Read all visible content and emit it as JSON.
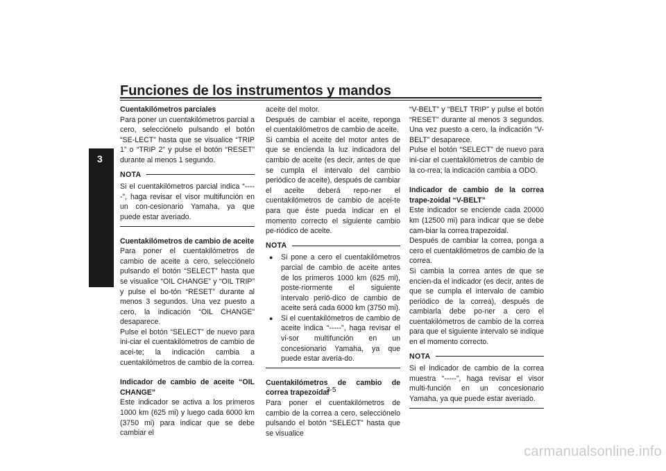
{
  "header": {
    "title": "Funciones de los instrumentos y mandos",
    "chapter": "3"
  },
  "columns": {
    "col1": {
      "trip_heading": "Cuentakilómetros parciales",
      "trip_text": "Para poner un cuentakilómetros parcial a cero, selecciónelo pulsando el botón “SE-LECT” hasta que se visualice “TRIP 1” o “TRIP 2” y pulse el botón “RESET” durante al menos 1 segundo.",
      "nota_label": "NOTA",
      "nota_text": "Si el cuentakilómetros parcial indica “-----”, haga revisar el visor multifunción en un con-cesionario Yamaha, ya que puede estar averiado.",
      "oil_heading": "Cuentakilómetros de cambio de aceite",
      "oil_text1": "Para poner el cuentakilómetros de cambio de aceite a cero, selecciónelo pulsando el botón “SELECT” hasta que se visualice “OIL CHANGE” y “OIL TRIP” y pulse el bo-tón “RESET” durante al menos 3 segundos. Una vez puesto a cero, la indicación “OIL CHANGE” desaparece.",
      "oil_text2": "Pulse el botón “SELECT” de nuevo para ini-ciar el cuentakilómetros de cambio de acei-te; la indicación cambia a cuentakilómetros de cambio de la correa.",
      "oilind_heading": "Indicador de cambio de aceite “OIL CHANGE”",
      "oilind_text": "Este indicador se activa a los primeros 1000 km (625 mi) y luego cada 6000 km (3750 mi) para indicar que se debe cambiar el"
    },
    "col2": {
      "p1": "aceite del motor.",
      "p2": "Después de cambiar el aceite, reponga el cuentakilómetros de cambio de aceite.",
      "p3": "Si cambia el aceite del motor antes de que se encienda la luz indicadora del cambio de aceite (es decir, antes de que se cumpla el intervalo del cambio periódico de aceite), después de cambiar el aceite deberá repo-ner el cuentakilómetros de cambio de acei-te para que éste pueda indicar en el momento correcto el siguiente cambio pe-riódico de aceite.",
      "nota_label": "NOTA",
      "bullet1": "Si pone a cero el cuentakilómetros parcial de cambio de aceite antes de los primeros 1000 km (625 mi), poste-riormente el siguiente intervalo perió-dico de cambio de aceite será cada 6000 km (3750 mi).",
      "bullet2": "Si el cuentakilómetros de cambio de aceite indica “-----”, haga revisar el vi-sor multifunción en un concesionario Yamaha, ya que puede estar averia-do.",
      "belt_heading": "Cuentakilómetros de cambio de correa trapezoidal",
      "belt_text": "Para poner el cuentakilómetros de cambio de la correa a cero, selecciónelo pulsando el botón “SELECT” hasta que se visualice"
    },
    "col3": {
      "p1": "“V-BELT” y “BELT TRIP” y pulse el botón “RESET” durante al menos 3 segundos. Una vez puesto a cero, la indicación “V-BELT” desaparece.",
      "p2": "Pulse el botón “SELECT” de nuevo para ini-ciar el cuentakilómetros de cambio de la co-rrea; la indicación cambia a ODO.",
      "vbelt_heading": "Indicador de cambio de la correa trape-zoidal “V-BELT”",
      "vbelt_text1": "Este indicador se enciende cada 20000 km (12500 mi) para indicar que se debe cam-biar la correa trapezoidal.",
      "vbelt_text2": "Después de cambiar la correa, ponga a cero el cuentakilómetros de cambio de la correa.",
      "vbelt_text3": "Si cambia la correa antes de que se encien-da el indicador (es decir, antes de que se cumpla el intervalo de cambio periódico de la correa), después de cambiarla debe po-ner a cero el cuentakilómetros de cambio de la correa para que el siguiente intervalo se indique en el momento correcto.",
      "nota_label": "NOTA",
      "nota_text": "Si el indicador de cambio de la correa muestra “-----”, haga revisar el visor multi-función en un concesionario Yamaha, ya que puede estar averiado."
    }
  },
  "footer": {
    "page_number": "3-5",
    "watermark": "carmanualsonline.info"
  }
}
